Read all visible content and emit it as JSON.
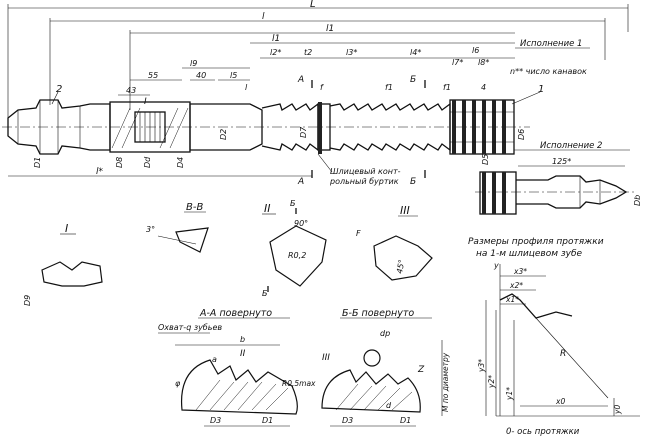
{
  "dims": {
    "L": "L",
    "l": "l",
    "l1": "l1",
    "l_star": "l*",
    "l1_b": "l1",
    "l2": "l2*",
    "l3": "l3*",
    "l4": "l4*",
    "l5": "l5",
    "l6": "l6",
    "l7": "l7*",
    "l8": "l8*",
    "l9": "l9",
    "lp": "l",
    "f1": "f",
    "f2": "f1",
    "f3": "f1",
    "t2": "t2",
    "d55": "55",
    "d43": "43",
    "d40": "40",
    "d4": "4",
    "d125": "125*",
    "n_note": "n** число канавок",
    "D1": "D1",
    "D2": "D2",
    "D6": "D6",
    "D7": "D7",
    "D8": "D8",
    "Dd": "Dd",
    "D5": "D5",
    "D4": "D4",
    "D_b": "Db"
  },
  "labels": {
    "version1": "Исполнение 1",
    "version2": "Исполнение 2",
    "spline_collar": "Шлицевый конт-",
    "spline_collar2": "рольный буртик",
    "callout_1": "1",
    "callout_2": "2",
    "section_A": "А",
    "section_B": "Б",
    "profile_title_1": "Размеры профиля протяжки",
    "profile_title_2": "на 1-м шлицевом зубе",
    "axis_note": "0- ось протяжки",
    "view_I": "I",
    "view_BB": "В-В",
    "view_II": "II",
    "view_III": "III",
    "angle_3": "3°",
    "angle_90": "90°",
    "r02": "R0,2",
    "f_label": "F",
    "angle_45": "45°",
    "AA_title": "А-А повернуто",
    "BB_title": "Б-Б повернуто",
    "coverage": "Охват-q зубьев",
    "b": "b",
    "a": "a",
    "R05": "R0,5max",
    "D3": "D3",
    "D1s": "D1",
    "Z": "Z",
    "dp": "dp",
    "M": "М по диаметру",
    "d": "d",
    "phi": "φ",
    "x3": "x3*",
    "x2": "x2*",
    "x1": "x1*",
    "x0": "x0",
    "y3": "y3*",
    "y2": "y2*",
    "y1": "y1*",
    "y0": "y0",
    "R": "R",
    "y_axis": "y",
    "D_small": "D9"
  }
}
